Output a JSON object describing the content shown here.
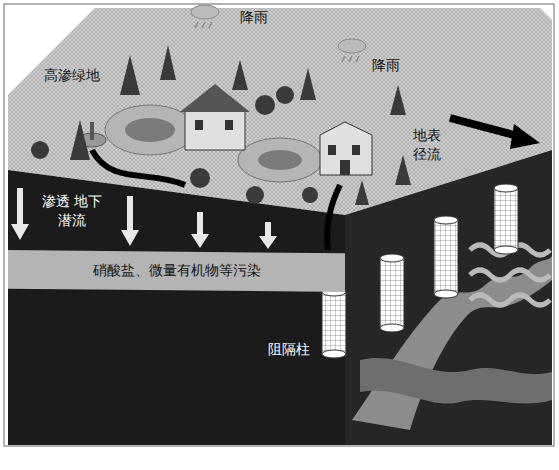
{
  "diagram": {
    "nodes": [
      {
        "text": [
          "硝酸盐、微量有机物等污染"
        ]
      }
    ],
    "labels": [
      "降雨",
      "降雨",
      "高渗绿地",
      "地表 径流",
      "渗透 地下潜流",
      "阻隔柱"
    ]
  }
}
